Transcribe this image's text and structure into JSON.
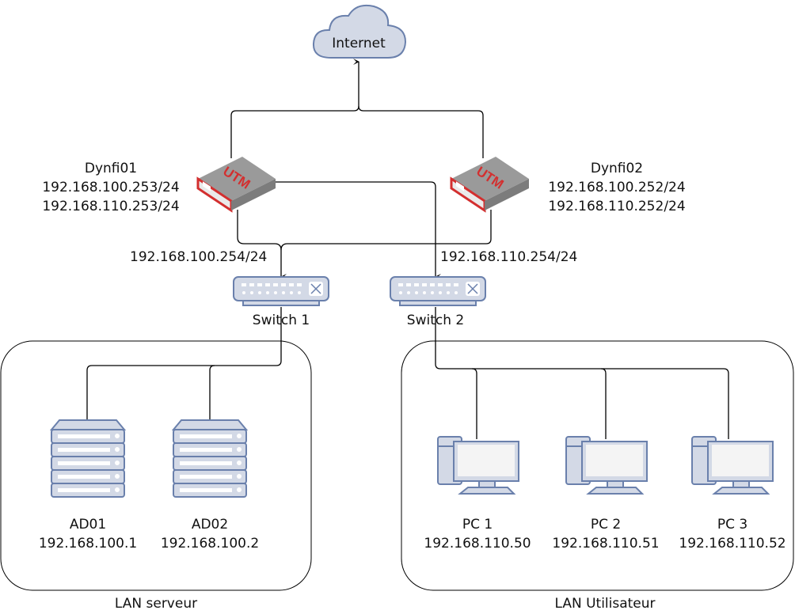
{
  "internet": {
    "label": "Internet"
  },
  "firewalls": [
    {
      "name": "Dynfi01",
      "ip1": "192.168.100.253/24",
      "ip2": "192.168.110.253/24",
      "badge": "UTM"
    },
    {
      "name": "Dynfi02",
      "ip1": "192.168.100.252/24",
      "ip2": "192.168.110.252/24",
      "badge": "UTM"
    }
  ],
  "gateways": {
    "lan1": "192.168.100.254/24",
    "lan2": "192.168.110.254/24"
  },
  "switches": [
    {
      "name": "Switch 1"
    },
    {
      "name": "Switch 2"
    }
  ],
  "servers": [
    {
      "name": "AD01",
      "ip": "192.168.100.1"
    },
    {
      "name": "AD02",
      "ip": "192.168.100.2"
    }
  ],
  "pcs": [
    {
      "name": "PC 1",
      "ip": "192.168.110.50"
    },
    {
      "name": "PC 2",
      "ip": "192.168.110.51"
    },
    {
      "name": "PC 3",
      "ip": "192.168.110.52"
    }
  ],
  "zones": {
    "server": "LAN serveur",
    "user": "LAN Utilisateur"
  },
  "colors": {
    "device_fill": "#d3d9e6",
    "device_stroke": "#6a80ac",
    "utm_red": "#d32f2f"
  }
}
